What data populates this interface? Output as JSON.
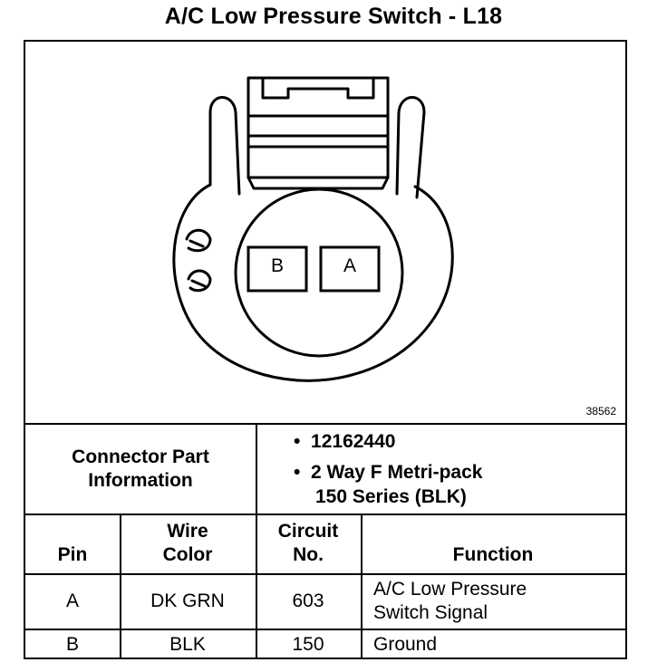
{
  "title": "A/C Low Pressure Switch - L18",
  "diagram": {
    "ref_number": "38562",
    "pin_b_label": "B",
    "pin_a_label": "A"
  },
  "connector_info": {
    "label_line1": "Connector Part",
    "label_line2": "Information",
    "bullets": [
      "12162440",
      "2 Way F Metri-pack",
      "150 Series (BLK)"
    ],
    "bullet_symbol": "•"
  },
  "table": {
    "headers": {
      "pin": "Pin",
      "wire_color_line1": "Wire",
      "wire_color_line2": "Color",
      "circuit_line1": "Circuit",
      "circuit_line2": "No.",
      "function": "Function"
    },
    "rows": [
      {
        "pin": "A",
        "wire_color": "DK GRN",
        "circuit": "603",
        "function_line1": "A/C Low Pressure",
        "function_line2": "Switch Signal"
      },
      {
        "pin": "B",
        "wire_color": "BLK",
        "circuit": "150",
        "function_line1": "Ground",
        "function_line2": ""
      }
    ]
  }
}
